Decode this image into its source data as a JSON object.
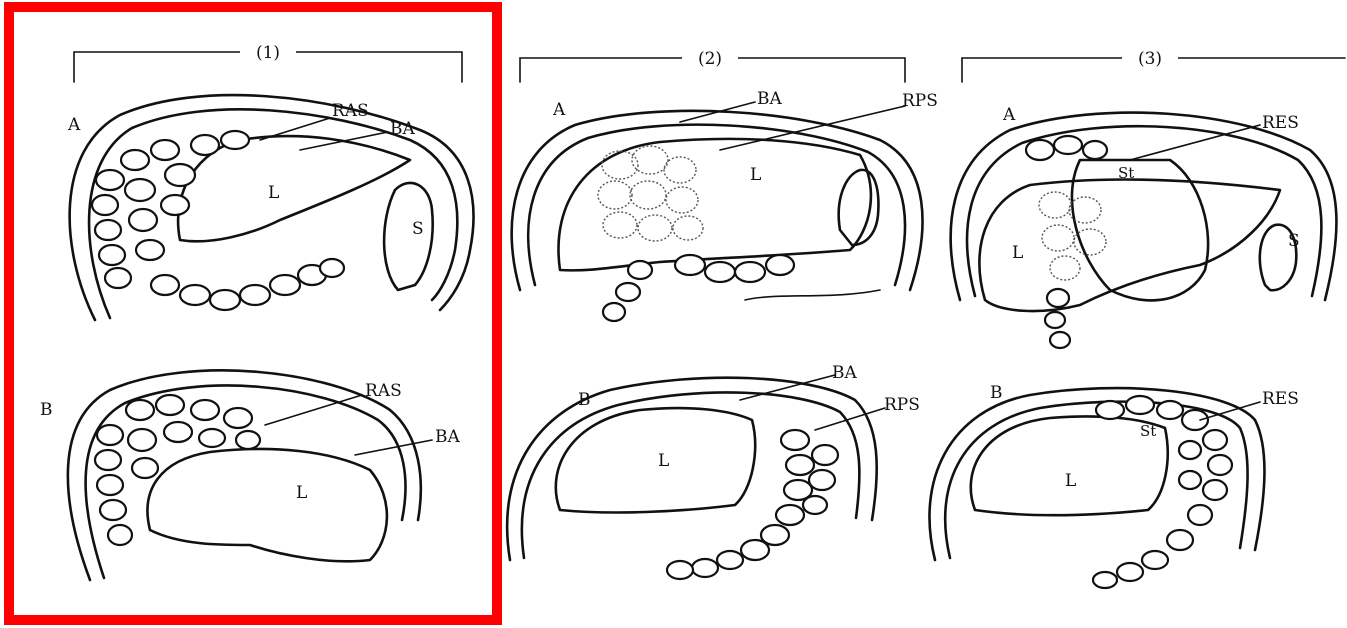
{
  "panels": [
    {
      "id": "1",
      "header": "(1)",
      "a": {
        "row": "A",
        "labels": [
          "RAS",
          "BA",
          "L",
          "S"
        ]
      },
      "b": {
        "row": "B",
        "labels": [
          "RAS",
          "BA",
          "L"
        ]
      }
    },
    {
      "id": "2",
      "header": "(2)",
      "a": {
        "row": "A",
        "labels": [
          "BA",
          "RPS",
          "L"
        ]
      },
      "b": {
        "row": "B",
        "labels": [
          "BA",
          "RPS",
          "L"
        ]
      }
    },
    {
      "id": "3",
      "header": "(3)",
      "a": {
        "row": "A",
        "labels": [
          "RES",
          "St",
          "L",
          "S"
        ]
      },
      "b": {
        "row": "B",
        "labels": [
          "RES",
          "St",
          "L"
        ]
      }
    }
  ],
  "highlight": {
    "panel": "1",
    "color": "#ff0000"
  }
}
